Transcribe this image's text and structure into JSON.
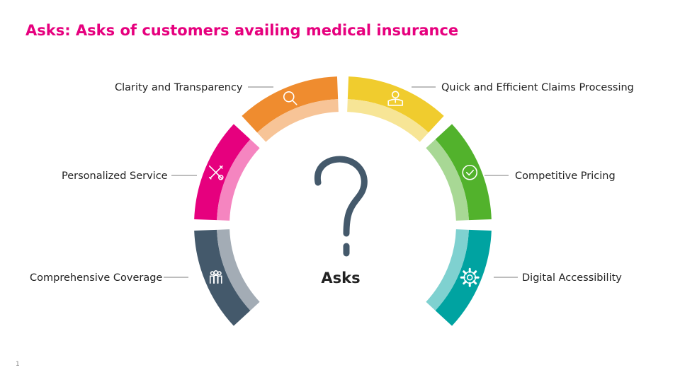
{
  "title": "Asks: Asks of customers availing medical insurance",
  "center_label": "Asks",
  "slide_number": "1",
  "segments": [
    {
      "label": "Comprehensive Coverage",
      "icon": "people-icon",
      "outer_color": "#44596b",
      "inner_color": "#a3acb5"
    },
    {
      "label": "Personalized Service",
      "icon": "tools-icon",
      "outer_color": "#e6007e",
      "inner_color": "#f585c0"
    },
    {
      "label": "Clarity and Transparency",
      "icon": "magnifier-icon",
      "outer_color": "#ef8c2f",
      "inner_color": "#f7c497"
    },
    {
      "label": "Quick and Efficient Claims Processing",
      "icon": "person-icon",
      "outer_color": "#f0cc2e",
      "inner_color": "#f7e596"
    },
    {
      "label": "Competitive Pricing",
      "icon": "check-circle-icon",
      "outer_color": "#52b22c",
      "inner_color": "#a8d895"
    },
    {
      "label": "Digital Accessibility",
      "icon": "gear-icon",
      "outer_color": "#00a3a1",
      "inner_color": "#7fd1d0"
    }
  ],
  "question_mark_color": "#44596b"
}
